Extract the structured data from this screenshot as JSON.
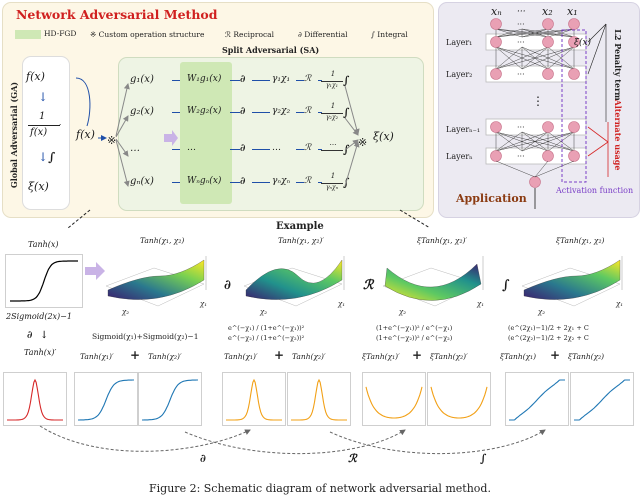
{
  "header": {
    "title": "Network Adversarial Method",
    "legend": {
      "swatch_label": "HD-FGD",
      "custom_label": "※ Custom operation structure",
      "reciprocal_label": "ℛ Reciprocal",
      "differential_label": "∂ Differential",
      "integral_label": "∫ Integral"
    }
  },
  "ga": {
    "side_label": "Global Adversarial (GA)",
    "fx": "f(x)",
    "one": "1",
    "fxp": "f(x)",
    "prime": "′",
    "integral": "∫",
    "xi": "ξ(x)"
  },
  "sa": {
    "title": "Split Adversarial (SA)",
    "fx": "f(x)",
    "custom_op": "※",
    "g": [
      "g₁(x)",
      "g₂(x)",
      "…",
      "gₙ(x)"
    ],
    "wg": [
      "W₁g₁(x)",
      "W₂g₂(x)",
      "…",
      "Wₙgₙ(x)"
    ],
    "d": [
      "∂",
      "∂",
      "∂",
      "∂"
    ],
    "gamma": [
      "γ₁χ₁",
      "γ₂χ₂",
      "…",
      "γₙχₙ"
    ],
    "r": [
      "ℛ",
      "ℛ",
      "ℛ",
      "ℛ"
    ],
    "fr_num": [
      "1",
      "1",
      "…",
      "1"
    ],
    "fr_den": [
      "γ₁χ₁",
      "γ₂χ₂",
      "",
      "γₙχₙ"
    ],
    "integral": [
      "∫",
      "∫",
      "∫",
      "∫"
    ],
    "xi": "ξ(x)",
    "xi_op": "※"
  },
  "network": {
    "inputs": [
      "xₙ",
      "···",
      "x₂",
      "x₁"
    ],
    "layers": [
      "Layer₁",
      "Layer₂",
      "Layerₙ₋₁",
      "Layerₙ"
    ],
    "xi_label": "ξ(x)",
    "l2_label": "L2 Penalty term",
    "alt_label": "Alternate usage",
    "application": "Application",
    "activation": "Activation function"
  },
  "example": {
    "title": "Example",
    "tanh_title": "Tanh(x)",
    "sigmoid_caption": "2Sigmoid(2x)−1",
    "surf_titles": [
      "Tanh(χ₁, χ₂)",
      "Tanh(χ₁, χ₂)′",
      "ξTanh(χ₁, χ₂)′",
      "ξTanh(χ₁, χ₂)"
    ],
    "ops": [
      "∂",
      "ℛ",
      "∫"
    ],
    "axis_chi1": "χ₁",
    "axis_chi2": "χ₂",
    "d_label": "∂",
    "tanh_prime": "Tanh(x)′",
    "sig_sum": "Sigmoid(χ₁)+Sigmoid(χ₂)−1",
    "deriv_frac_1": "e^(−χ₁) / (1+e^(−χ₁))²",
    "deriv_frac_2": "e^(−χ₂) / (1+e^(−χ₂))²",
    "recip_frac_1": "(1+e^(−χ₁))² / e^(−χ₁)",
    "recip_frac_2": "(1+e^(−χ₂))² / e^(−χ₂)",
    "int_1": "(e^(2χ₁)−1)/2 + 2χ₁ + C",
    "int_2": "(e^(2χ₂)−1)/2 + 2χ₂ + C",
    "pairs": [
      [
        "Tanh(χ₁)′",
        "Tanh(χ₂)′"
      ],
      [
        "Tanh(χ₁)′",
        "Tanh(χ₂)′"
      ],
      [
        "ξTanh(χ₁)′",
        "ξTanh(χ₂)′"
      ],
      [
        "ξTanh(χ₁)",
        "ξTanh(χ₂)"
      ]
    ],
    "plus": "+",
    "bottom_ops": [
      "∂",
      "ℛ",
      "∫"
    ]
  },
  "caption": "Figure 2: Schematic diagram of network adversarial method.",
  "colors": {
    "left_panel_bg": "#fdf7e6",
    "sa_panel_bg": "#eef4e4",
    "hdfgd_green": "#cfe8b5",
    "network_bg": "#eceaf2",
    "node_pink": "#e9a0b4",
    "title_red": "#d0201f",
    "arrow_blue": "#1f4fa8",
    "line_red": "#d62728",
    "line_blue": "#1f77b4",
    "line_orange": "#f2a016"
  }
}
